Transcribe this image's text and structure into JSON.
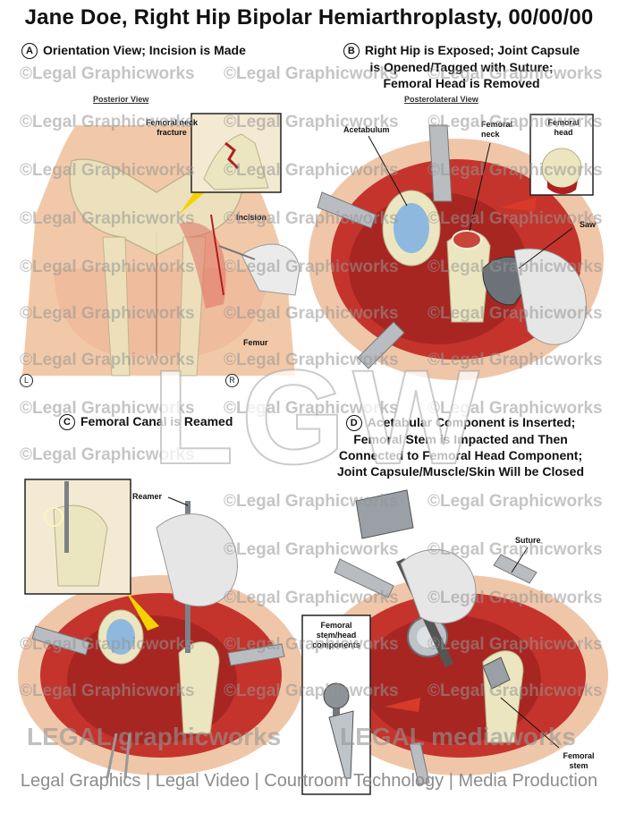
{
  "title": "Jane Doe, Right Hip Bipolar Hemiarthroplasty, 00/00/00",
  "panels": {
    "a": {
      "letter": "A",
      "heading": "Orientation View; Incision is Made",
      "view": "Posterior View",
      "labels": {
        "fracture": "Femoral neck fracture",
        "incision": "Incision",
        "femur": "Femur",
        "left": "L",
        "right": "R"
      }
    },
    "b": {
      "letter": "B",
      "heading_1": "Right Hip is Exposed; Joint Capsule",
      "heading_2": "is Opened/Tagged with Suture;",
      "heading_3": "Femoral Head is Removed",
      "view": "Posterolateral View",
      "labels": {
        "acetabulum": "Acetabulum",
        "neck": "Femoral neck",
        "head": "Femoral head",
        "saw": "Saw"
      }
    },
    "c": {
      "letter": "C",
      "heading": "Femoral Canal is Reamed",
      "labels": {
        "reamer": "Reamer"
      }
    },
    "d": {
      "letter": "D",
      "heading_1": "Acetabular Component is Inserted;",
      "heading_2": "Femoral Stem is Impacted and Then",
      "heading_3": "Connected to Femoral Head Component;",
      "heading_4": "Joint Capsule/Muscle/Skin Will be Closed",
      "labels": {
        "suture": "Suture",
        "components": "Femoral stem/head components",
        "stem": "Femoral stem"
      }
    }
  },
  "watermark": {
    "text": "©Legal Graphicworks",
    "big": "LGW"
  },
  "brands": {
    "left": "LEGAL graphicworks",
    "right": "LEGAL mediaworks"
  },
  "footer": "Legal Graphics | Legal Video | Courtroom Technology | Media Production",
  "colors": {
    "skin": "#f2c9a8",
    "tissue": "#c4342c",
    "bone": "#ece6c0",
    "cartilage": "#8fb8de",
    "metal": "#9aa0a6",
    "glove": "#e6e6e6"
  }
}
